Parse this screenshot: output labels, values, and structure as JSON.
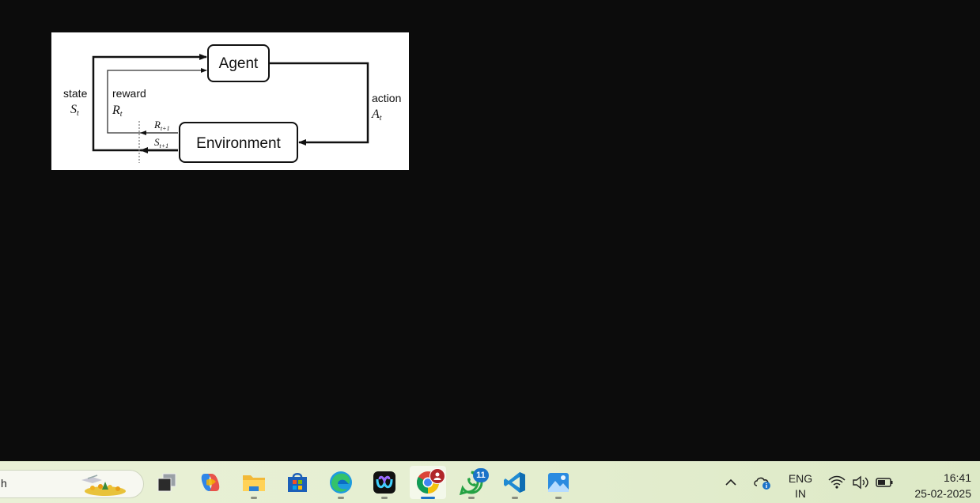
{
  "diagram": {
    "agent_label": "Agent",
    "environment_label": "Environment",
    "state_label": "state",
    "state_symbol": "S",
    "state_sub": "t",
    "reward_label": "reward",
    "reward_symbol": "R",
    "reward_sub": "t",
    "action_label": "action",
    "action_symbol": "A",
    "action_sub": "t",
    "next_reward_symbol": "R",
    "next_reward_sub": "t+1",
    "next_state_symbol": "S",
    "next_state_sub": "t+1"
  },
  "taskbar": {
    "search_text": "h",
    "apps": [
      {
        "name": "task-view",
        "icon": "task-view-icon"
      },
      {
        "name": "copilot",
        "icon": "copilot-icon"
      },
      {
        "name": "file-explorer",
        "icon": "folder-icon"
      },
      {
        "name": "microsoft-store",
        "icon": "store-icon"
      },
      {
        "name": "edge",
        "icon": "edge-icon"
      },
      {
        "name": "webex",
        "icon": "webex-icon"
      },
      {
        "name": "chrome",
        "icon": "chrome-icon",
        "active": true
      },
      {
        "name": "whatsapp",
        "icon": "whatsapp-icon",
        "badge": "11"
      },
      {
        "name": "vscode",
        "icon": "vscode-icon"
      },
      {
        "name": "photos",
        "icon": "photos-icon"
      }
    ],
    "tray": {
      "language_line1": "ENG",
      "language_line2": "IN",
      "time": "16:41",
      "date": "25-02-2025"
    }
  },
  "colors": {
    "desktop_bg": "#0c0c0c",
    "taskbar_bg": "#e6efd2",
    "accent_blue": "#1a73c8"
  }
}
